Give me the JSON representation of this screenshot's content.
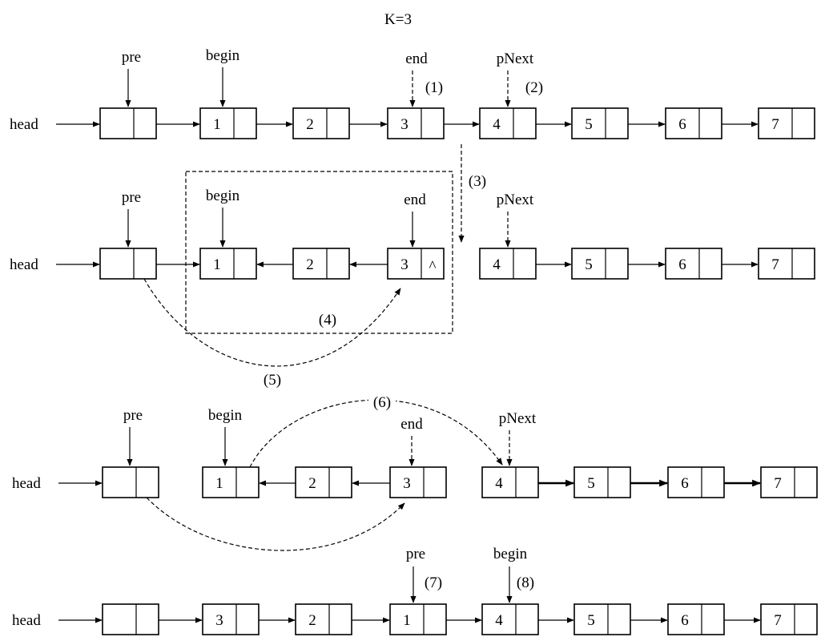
{
  "title": "K=3",
  "head_label": "head",
  "rows": [
    {
      "nodes": [
        "",
        "1",
        "2",
        "3",
        "4",
        "5",
        "6",
        "7"
      ],
      "pointers": [
        {
          "label": "pre"
        },
        {
          "label": "begin"
        },
        {
          "label": "end",
          "step": "(1)"
        },
        {
          "label": "pNext",
          "step": "(2)"
        }
      ]
    },
    {
      "nodes": [
        "",
        "1",
        "2",
        "3",
        "4",
        "5",
        "6",
        "7"
      ],
      "null_marker": "^",
      "pointers": [
        {
          "label": "pre"
        },
        {
          "label": "begin"
        },
        {
          "label": "end"
        },
        {
          "label": "pNext"
        }
      ],
      "steps": [
        "(3)",
        "(4)",
        "(5)"
      ]
    },
    {
      "nodes": [
        "",
        "1",
        "2",
        "3",
        "4",
        "5",
        "6",
        "7"
      ],
      "pointers": [
        {
          "label": "pre"
        },
        {
          "label": "begin"
        },
        {
          "label": "end"
        },
        {
          "label": "pNext"
        }
      ],
      "steps": [
        "(6)"
      ]
    },
    {
      "nodes": [
        "",
        "3",
        "2",
        "1",
        "4",
        "5",
        "6",
        "7"
      ],
      "pointers": [
        {
          "label": "pre",
          "step": "(7)"
        },
        {
          "label": "begin",
          "step": "(8)"
        }
      ]
    }
  ]
}
